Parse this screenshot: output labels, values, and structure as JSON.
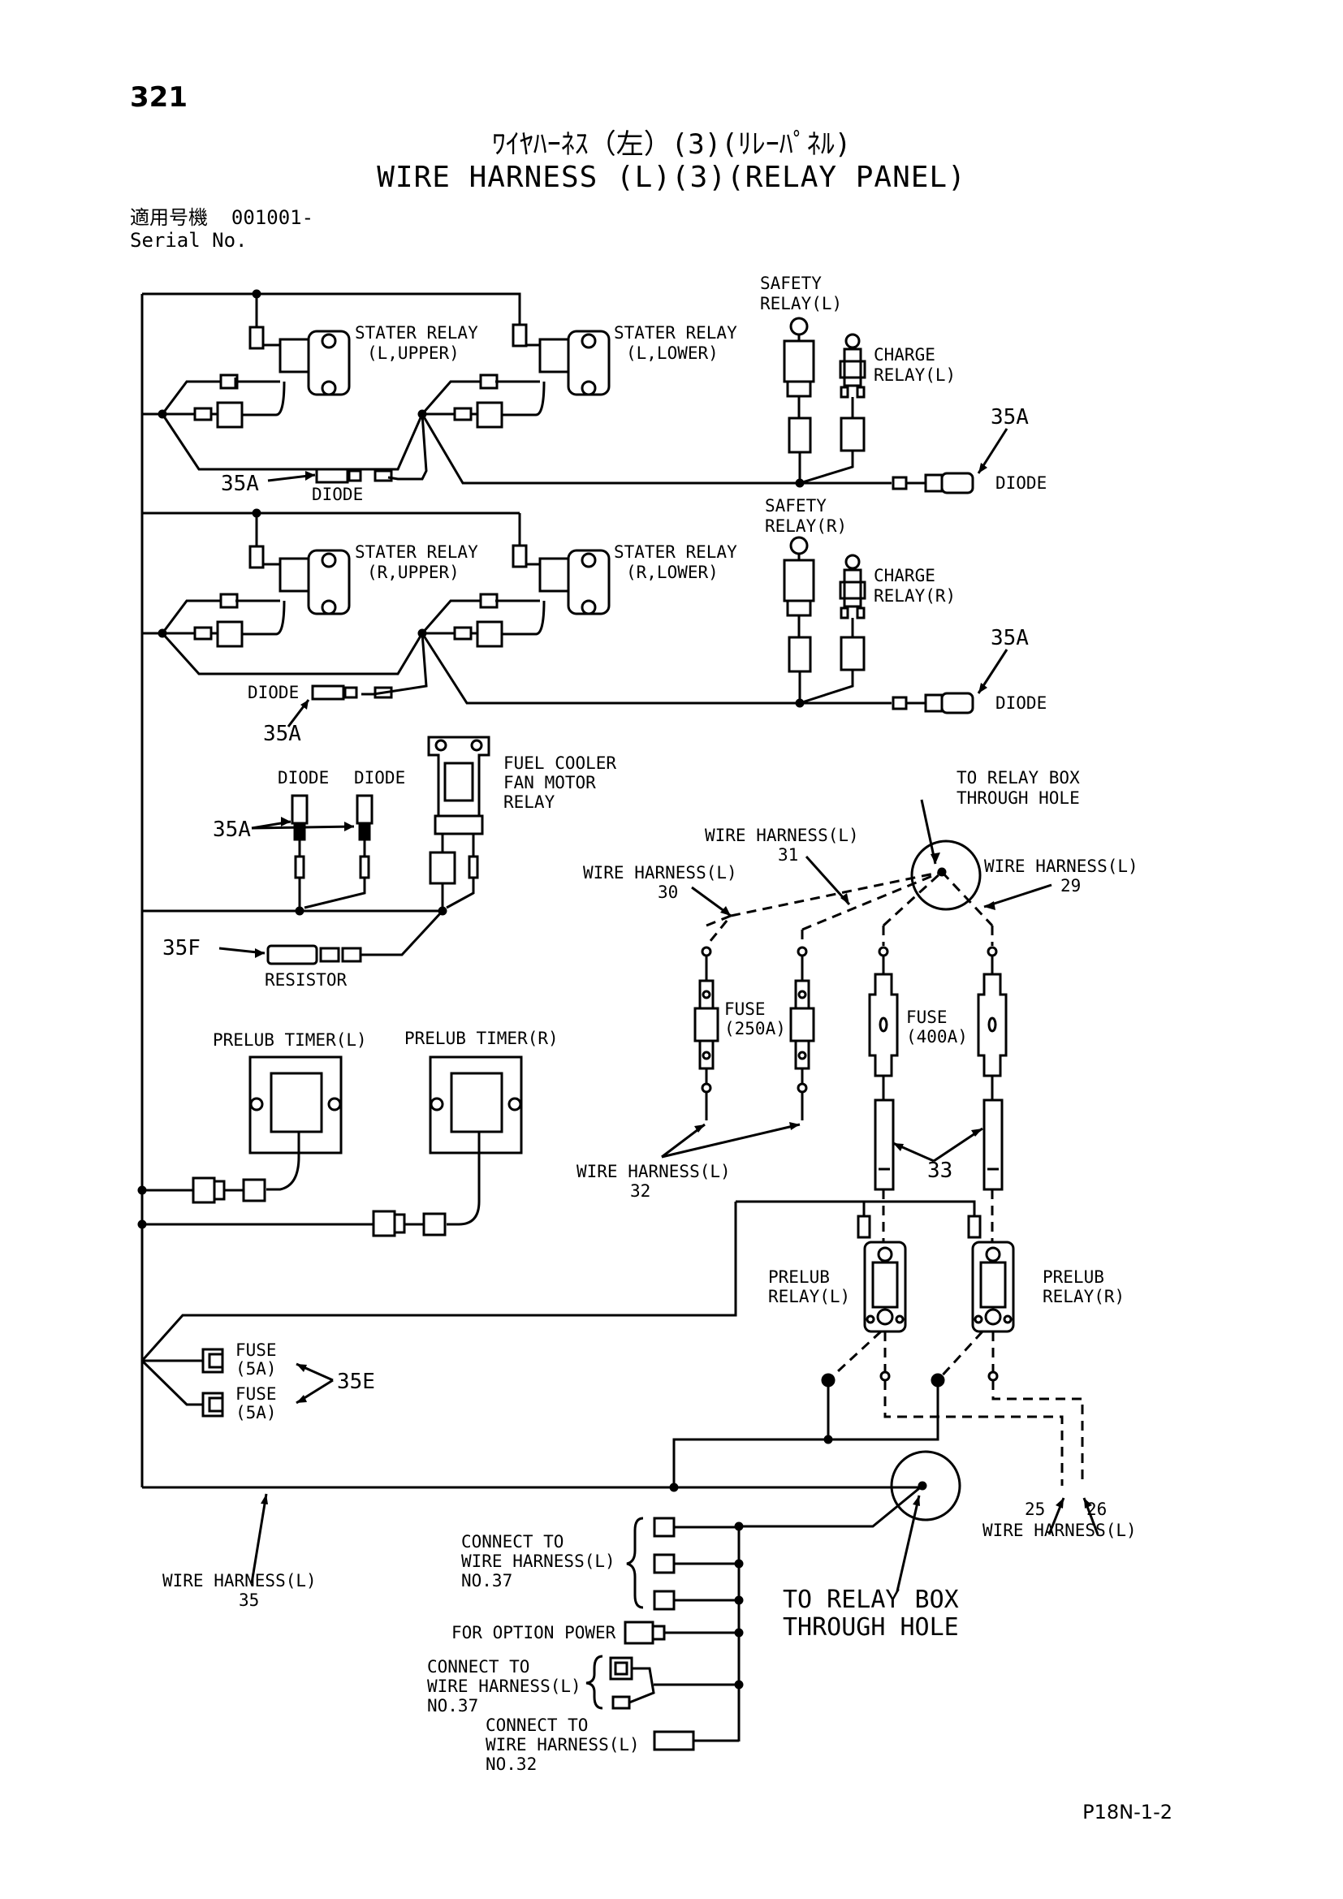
{
  "page": {
    "number": "321",
    "code": "P18N-1-2"
  },
  "title": {
    "jp": "ﾜｲﾔﾊｰﾈｽ（左）(3)(ﾘﾚｰﾊﾟﾈﾙ)",
    "en": "WIRE HARNESS (L)(3)(RELAY PANEL)"
  },
  "serial": {
    "jp_label": "適用号機",
    "value": "001001-",
    "en_label": "Serial No."
  },
  "labels": {
    "stater_relay_l_upper": [
      "STATER RELAY",
      "(L,UPPER)"
    ],
    "stater_relay_l_lower": [
      "STATER RELAY",
      "(L,LOWER)"
    ],
    "stater_relay_r_upper": [
      "STATER RELAY",
      "(R,UPPER)"
    ],
    "stater_relay_r_lower": [
      "STATER RELAY",
      "(R,LOWER)"
    ],
    "safety_relay_l": [
      "SAFETY",
      "RELAY(L)"
    ],
    "safety_relay_r": [
      "SAFETY",
      "RELAY(R)"
    ],
    "charge_relay_l": [
      "CHARGE",
      "RELAY(L)"
    ],
    "charge_relay_r": [
      "CHARGE",
      "RELAY(R)"
    ],
    "diode": "DIODE",
    "fuel_cooler": [
      "FUEL COOLER",
      "FAN MOTOR",
      "RELAY"
    ],
    "resistor": "RESISTOR",
    "prelub_timer_l": "PRELUB TIMER(L)",
    "prelub_timer_r": "PRELUB TIMER(R)",
    "to_relay_box_top": [
      "TO RELAY BOX",
      "THROUGH HOLE"
    ],
    "to_relay_box_bottom": [
      "TO RELAY BOX",
      "THROUGH HOLE"
    ],
    "wire_harness": "WIRE HARNESS(L)",
    "fuse_250": [
      "FUSE",
      "(250A)"
    ],
    "fuse_400": [
      "FUSE",
      "(400A)"
    ],
    "fuse_5a": [
      "FUSE",
      "(5A)"
    ],
    "prelub_relay_l": [
      "PRELUB",
      "RELAY(L)"
    ],
    "prelub_relay_r": [
      "PRELUB",
      "RELAY(R)"
    ],
    "connect_to_37": [
      "CONNECT TO",
      "WIRE HARNESS(L)",
      "NO.37"
    ],
    "connect_to_32": [
      "CONNECT TO",
      "WIRE HARNESS(L)",
      "NO.32"
    ],
    "for_option_power": "FOR OPTION POWER"
  },
  "callouts": {
    "c35A": "35A",
    "c35F": "35F",
    "c35E": "35E",
    "c33": "33",
    "n30": "30",
    "n31": "31",
    "n29": "29",
    "n32": "32",
    "n35": "35",
    "n25": "25",
    "n26": "26"
  },
  "colors": {
    "ink": "#000000",
    "paper": "#ffffff"
  }
}
